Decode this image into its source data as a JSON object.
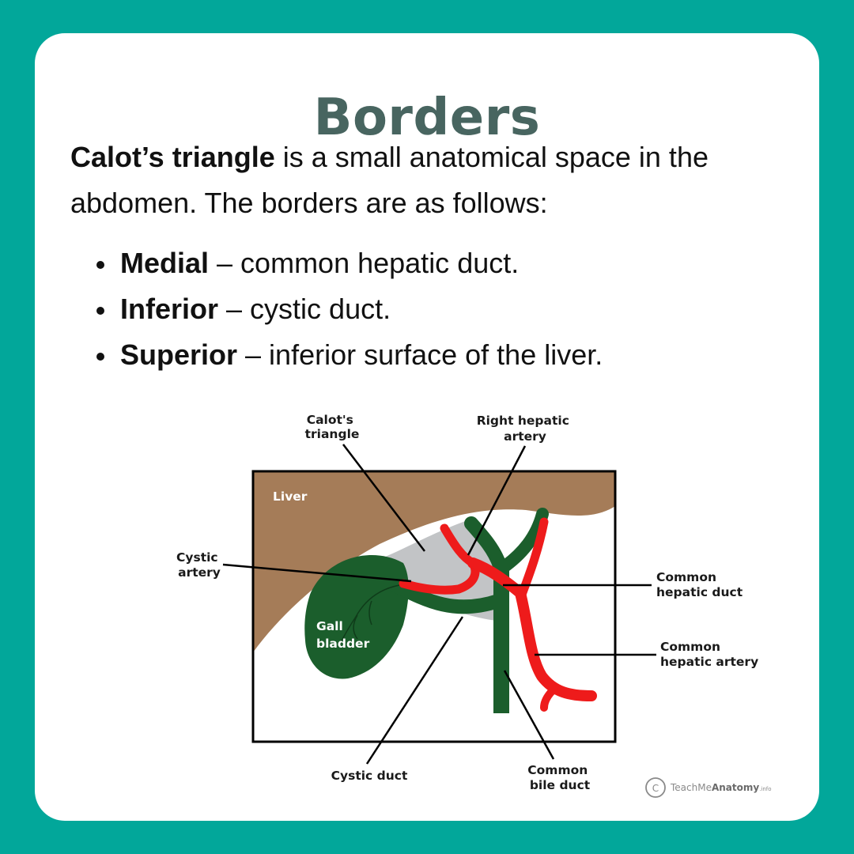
{
  "title": "Borders",
  "intro": {
    "bold": "Calot’s triangle",
    "rest": " is a small anatomical space in the abdomen. The borders are as follows:"
  },
  "borders": [
    {
      "term": "Medial",
      "text": " – common hepatic duct."
    },
    {
      "term": "Inferior",
      "text": " – cystic duct."
    },
    {
      "term": "Superior",
      "text": " – inferior surface of the liver."
    }
  ],
  "diagram": {
    "labels": {
      "calots_triangle": [
        "Calot's",
        "triangle"
      ],
      "right_hepatic_artery": [
        "Right hepatic",
        "artery"
      ],
      "cystic_artery": [
        "Cystic",
        "artery"
      ],
      "common_hepatic_duct": [
        "Common",
        "hepatic duct"
      ],
      "common_hepatic_artery": [
        "Common",
        "hepatic artery"
      ],
      "cystic_duct": "Cystic duct",
      "common_bile_duct": [
        "Common",
        "bile duct"
      ],
      "liver": "Liver",
      "gall_bladder": [
        "Gall",
        "bladder"
      ]
    },
    "credit": {
      "symbol": "C",
      "prefix": "TeachMe",
      "suffix": "Anatomy",
      "tld": ".info"
    },
    "colors": {
      "liver": "#a57c58",
      "gall_bladder": "#1b5e2c",
      "artery": "#ee1b1b",
      "triangle": "#c2c4c6",
      "background": "#02a79a",
      "title": "#486560"
    }
  }
}
